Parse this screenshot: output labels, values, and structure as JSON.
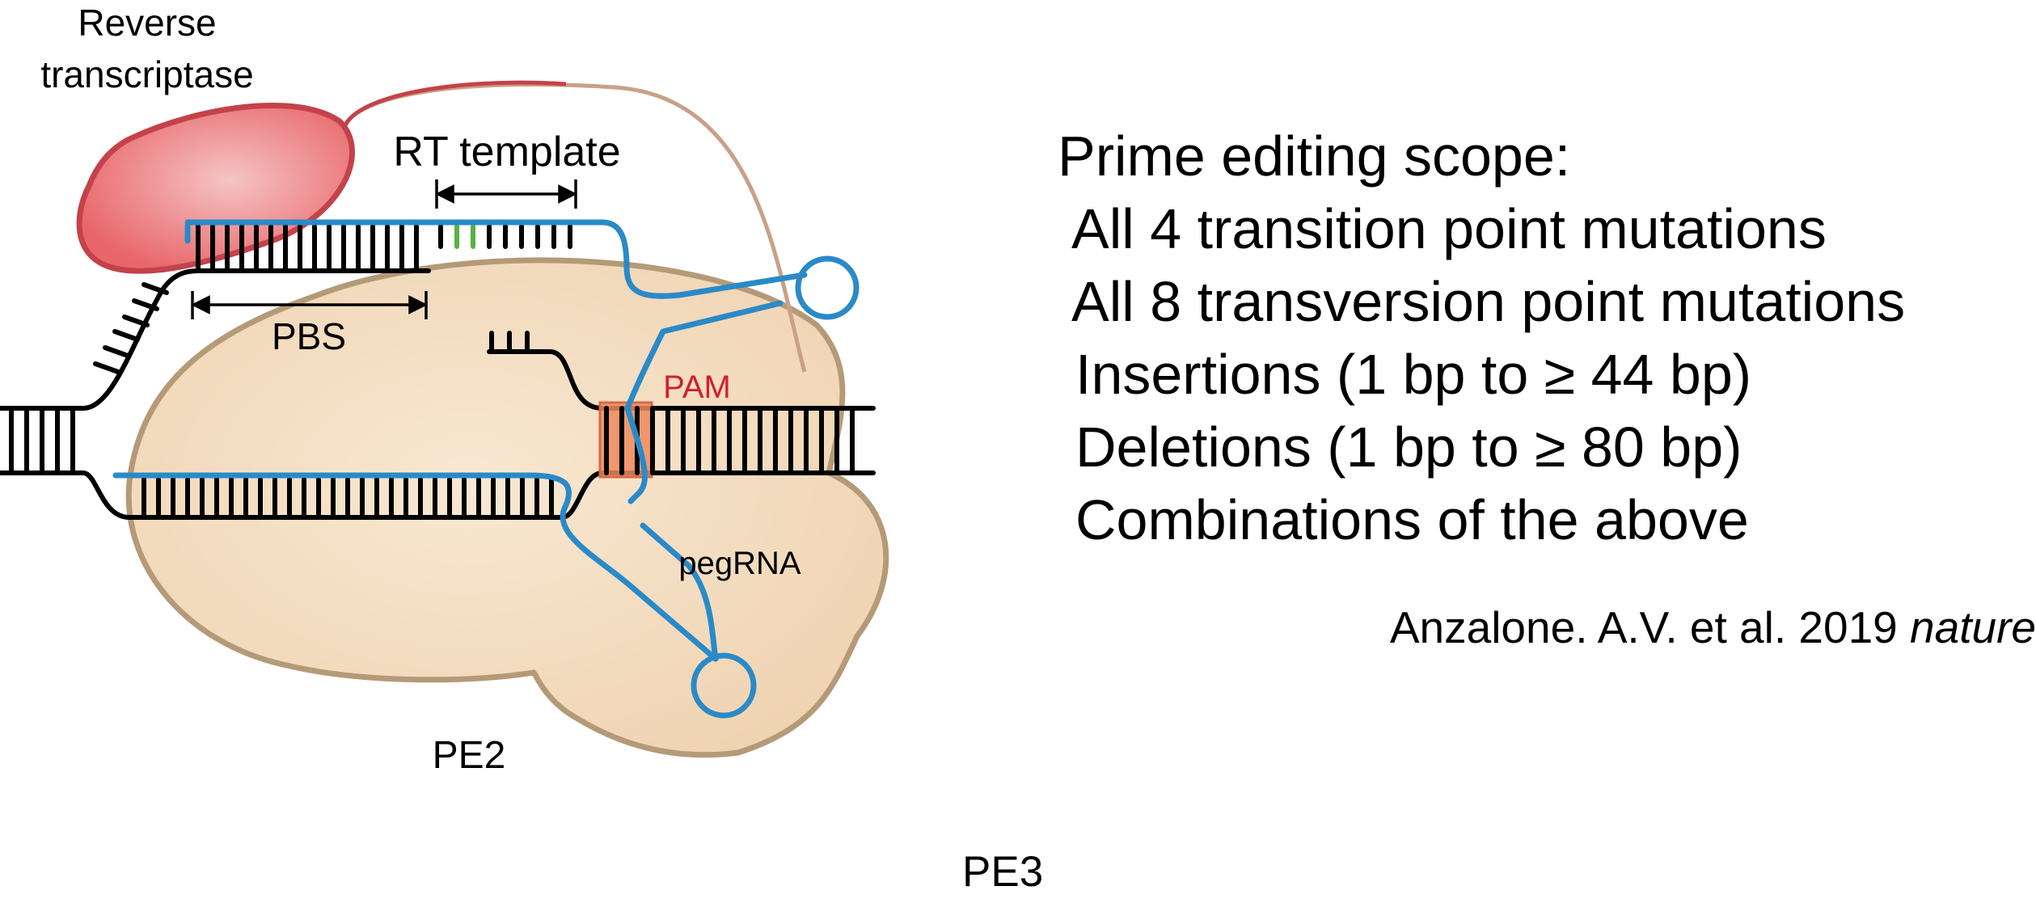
{
  "diagram": {
    "labels": {
      "reverse_transcriptase_line1": "Reverse",
      "reverse_transcriptase_line2": "transcriptase",
      "rt_template": "RT template",
      "pbs": "PBS",
      "pam": "PAM",
      "pegrna": "pegRNA",
      "pe2": "PE2",
      "pe3": "PE3"
    },
    "colors": {
      "cas9_fill": "#f3dcbe",
      "cas9_stroke": "#b59a78",
      "rt_fill": "#e8666a",
      "rt_stroke": "#c4424a",
      "pegrna": "#2a8ac8",
      "dna": "#000000",
      "edit": "#5ab044",
      "pam_box": "#ef8a5e",
      "pam_text": "#d0202a",
      "linker": "#c9a088"
    },
    "icons": [
      "cas9-protein",
      "reverse-transcriptase-protein",
      "pegrna-hairpin-loop"
    ]
  },
  "scope": {
    "title": "Prime editing scope:",
    "items": [
      "All 4 transition point mutations",
      "All 8 transversion point mutations",
      "Insertions (1 bp to ≥ 44 bp)",
      "Deletions (1 bp to ≥ 80 bp)",
      "Combinations of the above"
    ]
  },
  "citation": {
    "text": "Anzalone. A.V. et al. 2019 ",
    "journal": "nature"
  }
}
